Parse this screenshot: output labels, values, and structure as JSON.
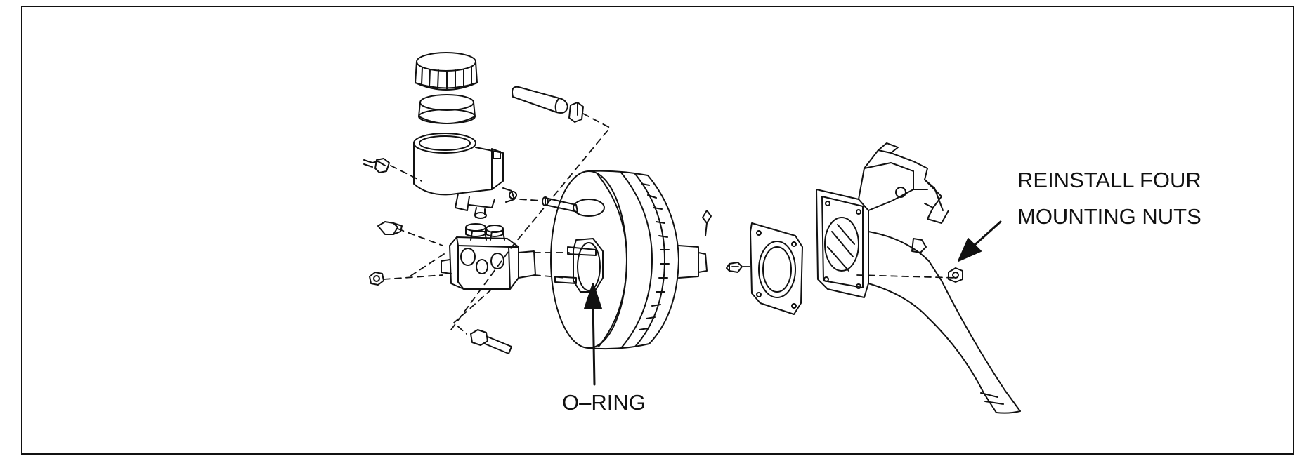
{
  "callouts": {
    "reinstall_line1": "REINSTALL FOUR",
    "reinstall_line2": "MOUNTING NUTS",
    "oring": "O–RING"
  },
  "colors": {
    "line": "#111111",
    "background": "#ffffff"
  }
}
